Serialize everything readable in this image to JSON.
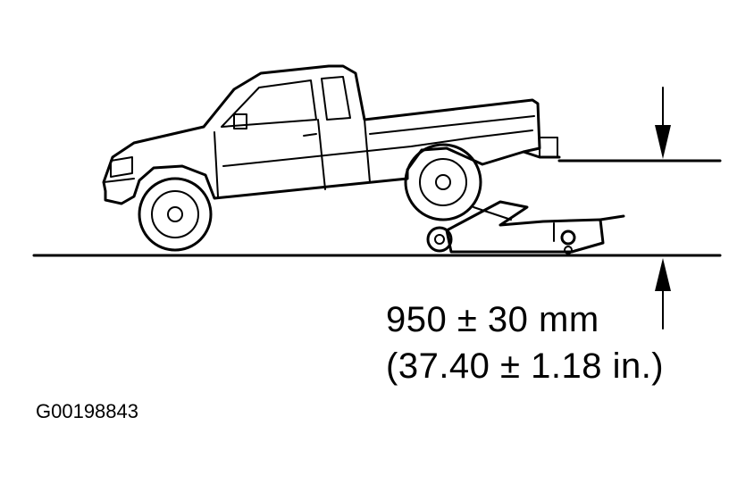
{
  "dimension": {
    "metric": "950 ± 30 mm",
    "imperial": "(37.40 ± 1.18 in.)"
  },
  "figure_id": "G00198843"
}
